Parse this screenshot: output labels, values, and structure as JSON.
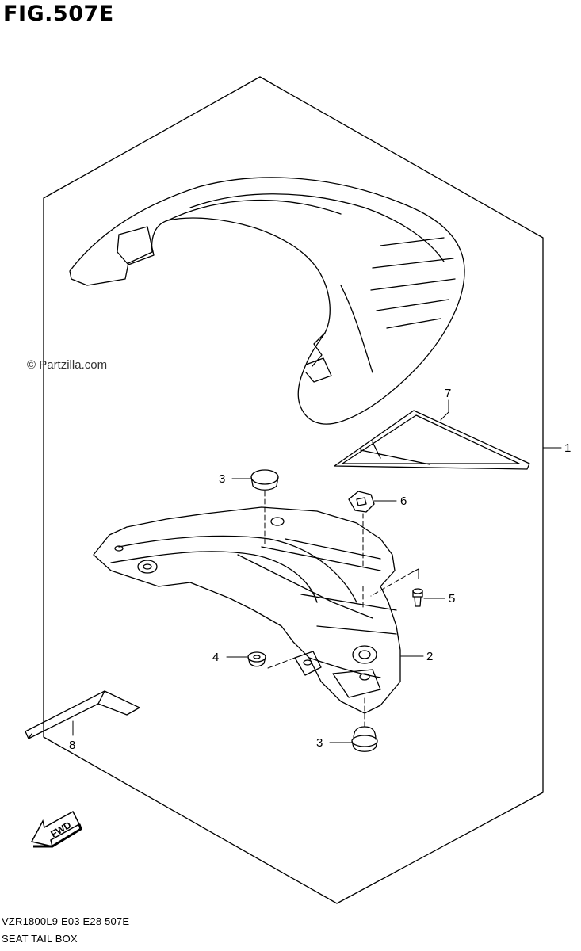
{
  "figure": {
    "title": "FIG.507E",
    "watermark": "© Partzilla.com",
    "footer_code": "VZR1800L9  E03  E28  507E",
    "footer_name": "SEAT TAIL BOX"
  },
  "callouts": [
    {
      "id": "1",
      "label": "1"
    },
    {
      "id": "2",
      "label": "2"
    },
    {
      "id": "3a",
      "label": "3"
    },
    {
      "id": "3b",
      "label": "3"
    },
    {
      "id": "4",
      "label": "4"
    },
    {
      "id": "5",
      "label": "5"
    },
    {
      "id": "6",
      "label": "6"
    },
    {
      "id": "7",
      "label": "7"
    },
    {
      "id": "8",
      "label": "8"
    }
  ],
  "fwd_arrow": {
    "label": "FWD"
  },
  "colors": {
    "line": "#000000",
    "background": "#ffffff"
  }
}
